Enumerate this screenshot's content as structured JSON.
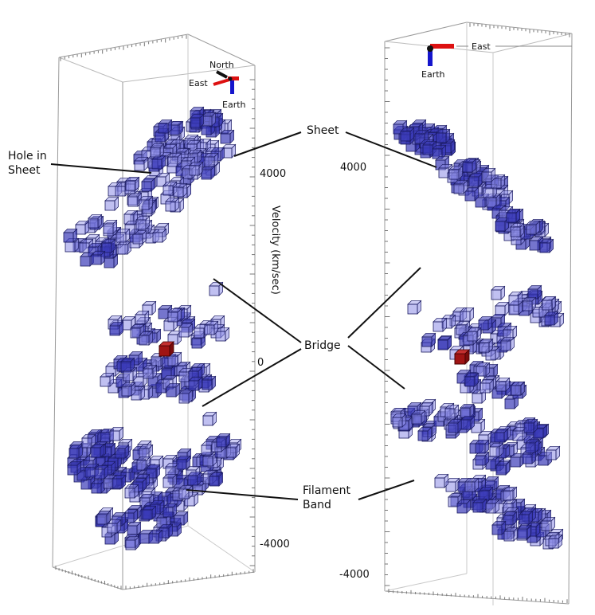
{
  "left_panel": {
    "orientation": {
      "north": "North",
      "east": "East",
      "earth": "Earth"
    },
    "ticks": [
      "4000",
      "0",
      "-4000"
    ],
    "axis_title": "Velocity (km/sec)"
  },
  "right_panel": {
    "orientation": {
      "east": "East",
      "earth": "Earth"
    },
    "ticks": [
      "4000",
      "-4000"
    ]
  },
  "labels": {
    "hole_line1": "Hole in",
    "hole_line2": "Sheet",
    "sheet": "Sheet",
    "bridge": "Bridge",
    "filament_line1": "Filament",
    "filament_line2": "Band"
  },
  "colors": {
    "voxel_fill": "#8c8ce6",
    "voxel_fill_dark": "#3b3bb8",
    "voxel_edge": "#1a1a60",
    "highlight_voxel": "#a01414",
    "axis_red": "#dd1111",
    "axis_blue": "#1515cc"
  }
}
